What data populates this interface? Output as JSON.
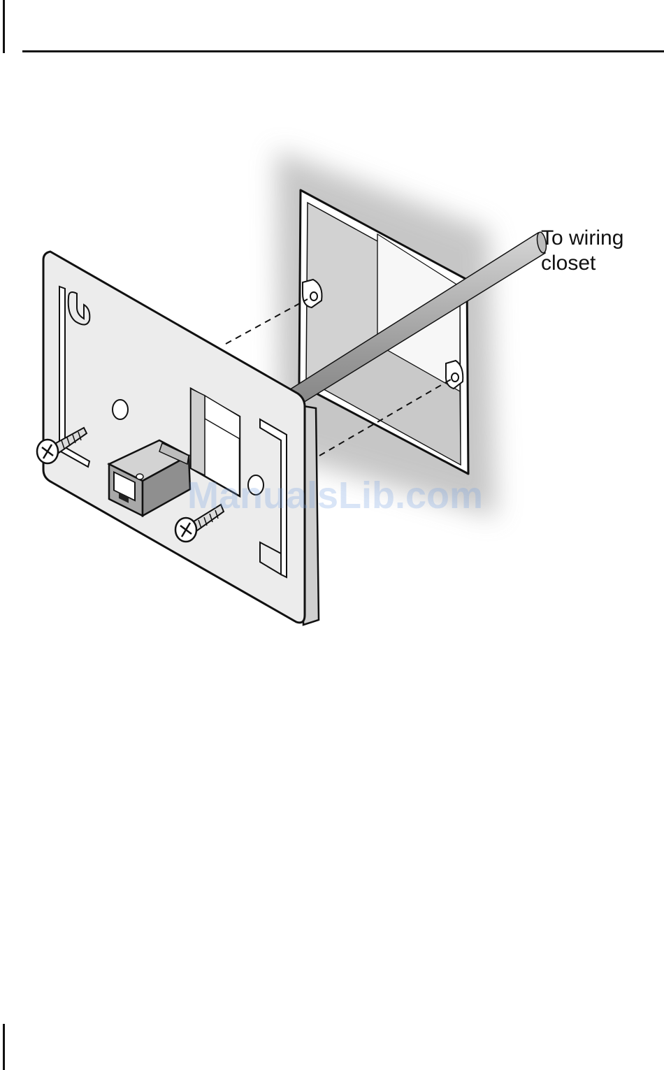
{
  "figure": {
    "callout_line1": "To wiring",
    "callout_line2": "closet"
  },
  "watermark": {
    "text": "ManualsLib.com"
  },
  "colors": {
    "line": "#111111",
    "plate_fill": "#ebebeb",
    "box_shadow": "#c8c8c8",
    "box_inner": "#bdbdbd",
    "cable": "#9a9a9a",
    "watermark": "#a9c3ec"
  },
  "icons": [
    "screw-icon",
    "rj45-jack-icon",
    "wall-plate-logo-icon"
  ]
}
